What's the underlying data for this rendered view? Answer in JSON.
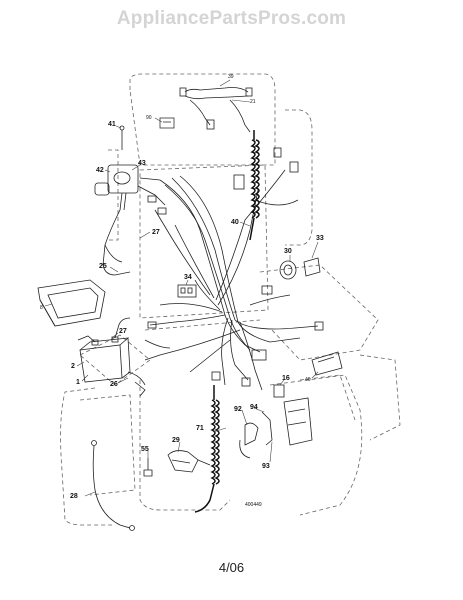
{
  "page": {
    "watermark": "AppliancePartsPros.com",
    "footer_date": "4/06",
    "drawing_number": "400449"
  },
  "callouts": [
    {
      "id": "p39",
      "label": "39"
    },
    {
      "id": "p21",
      "label": "21"
    },
    {
      "id": "p90",
      "label": "90"
    },
    {
      "id": "p41",
      "label": "41"
    },
    {
      "id": "p42",
      "label": "42"
    },
    {
      "id": "p43",
      "label": "43"
    },
    {
      "id": "p27a",
      "label": "27"
    },
    {
      "id": "p40",
      "label": "40"
    },
    {
      "id": "p30",
      "label": "30"
    },
    {
      "id": "p33",
      "label": "33"
    },
    {
      "id": "p25",
      "label": "25"
    },
    {
      "id": "p34",
      "label": "34"
    },
    {
      "id": "p8",
      "label": "8"
    },
    {
      "id": "p27b",
      "label": "27"
    },
    {
      "id": "p2",
      "label": "2"
    },
    {
      "id": "p1",
      "label": "1"
    },
    {
      "id": "p26",
      "label": "26"
    },
    {
      "id": "p16",
      "label": "16"
    },
    {
      "id": "p46",
      "label": "46"
    },
    {
      "id": "p92",
      "label": "92"
    },
    {
      "id": "p94",
      "label": "94"
    },
    {
      "id": "p71",
      "label": "71"
    },
    {
      "id": "p29",
      "label": "29"
    },
    {
      "id": "p93",
      "label": "93"
    },
    {
      "id": "p55",
      "label": "55"
    },
    {
      "id": "p28",
      "label": "28"
    }
  ]
}
